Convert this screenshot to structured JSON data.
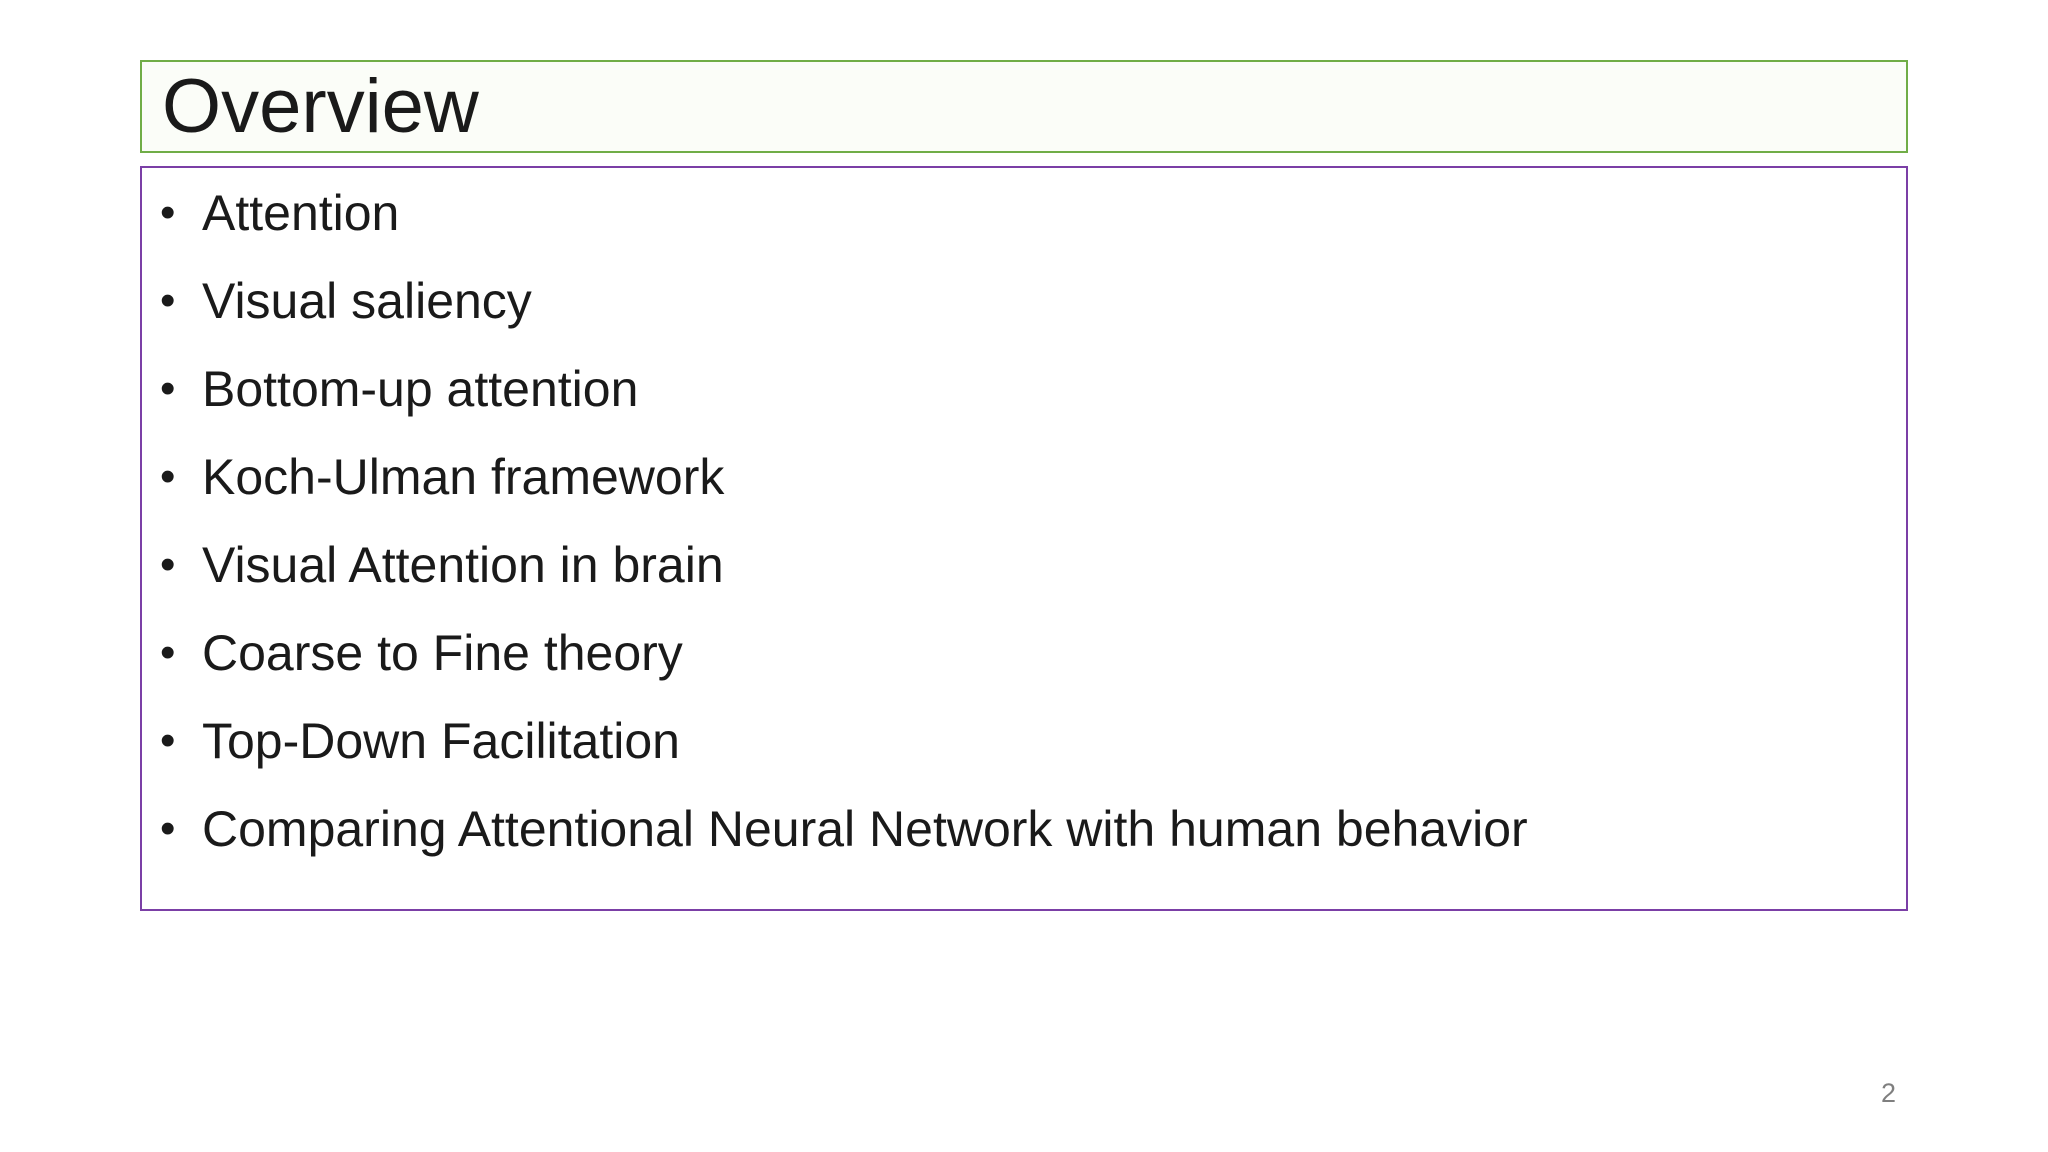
{
  "slide": {
    "title": "Overview",
    "page_number": "2",
    "bullet_icon": "•",
    "colors": {
      "title_border": "#70AD47",
      "title_background": "#FBFDF8",
      "content_border": "#7B3FA6",
      "text": "#1A1A1A",
      "page_number_text": "#7F7F7F"
    },
    "content": {
      "items": [
        "Attention",
        "Visual saliency",
        "Bottom-up attention",
        "Koch-Ulman framework",
        "Visual Attention in brain",
        "Coarse to Fine theory",
        "Top-Down Facilitation",
        "Comparing Attentional Neural Network with human behavior"
      ]
    }
  }
}
